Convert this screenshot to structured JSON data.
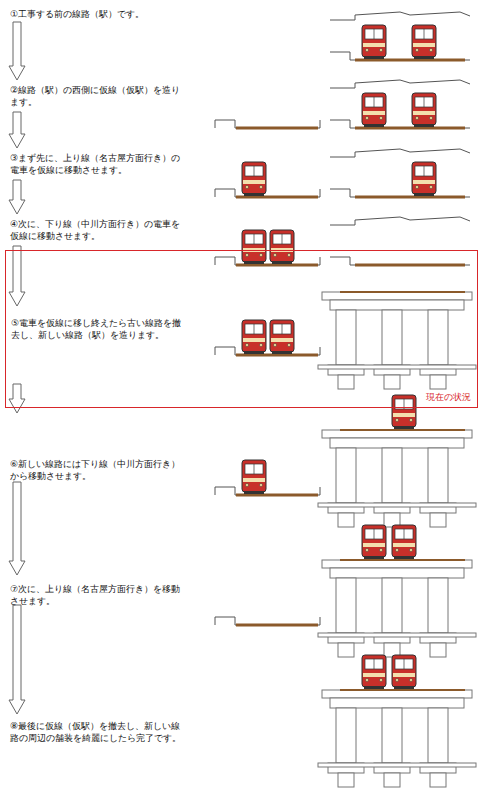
{
  "diagram": {
    "nodes": [
      {
        "text": [
          "⑤電車を仮線に移し終えたら古い線路を撤去し、新しい線路（駅）を造ります。",
          "現在の状況"
        ]
      }
    ],
    "labels": [
      "①工事する前の線路（駅）です。",
      "②線路（駅）の西側に仮線（仮駅）を造ります。",
      "③まず先に、上り線（名古屋方面行き）の電車を仮線に移動させます。",
      "④次に、下り線（中川方面行き）の電車を仮線に移動させます。",
      "⑥新しい線路には下り線（中川方面行き）から移動させます。",
      "⑦次に、上り線（名古屋方面行き）を移動させます。",
      "⑧最後に仮線（仮駅）を撤去し、新しい線路の周辺の舗装を綺麗にしたら完了です。"
    ]
  }
}
